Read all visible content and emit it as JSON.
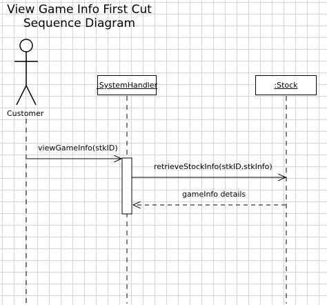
{
  "title": {
    "line1": "View Game Info First Cut",
    "line2": "Sequence Diagram"
  },
  "actor": {
    "label": "Customer"
  },
  "lifelines": {
    "system_handler": ":SystemHandler",
    "stock": ":Stock"
  },
  "messages": [
    {
      "label": "viewGameInfo(stkID)",
      "kind": "call"
    },
    {
      "label": "retrieveStockInfo(stkID,stkInfo)",
      "kind": "call"
    },
    {
      "label": "gameInfo details",
      "kind": "return"
    }
  ]
}
